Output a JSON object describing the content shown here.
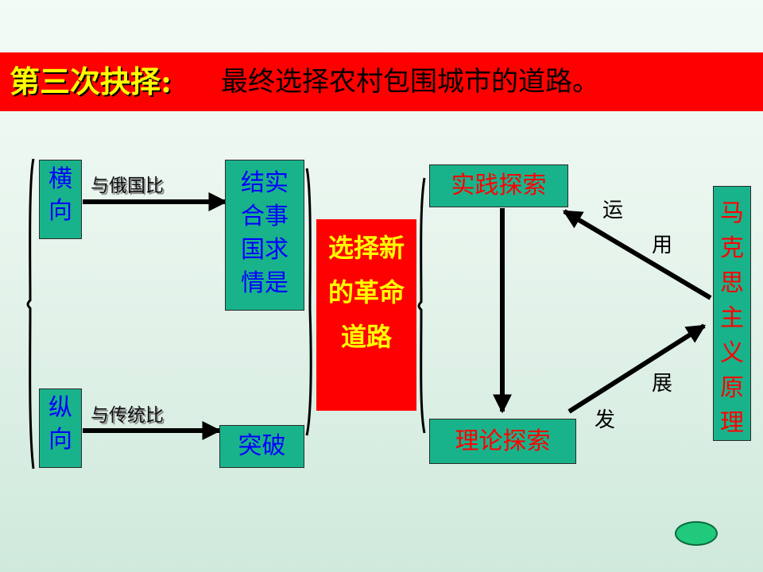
{
  "banner": {
    "label": "第三次抉择:",
    "text": "最终选择农村包围城市的道路。"
  },
  "left": {
    "horizontal": "横向",
    "vertical": "纵向",
    "compare_russia": "与俄国比",
    "compare_tradition": "与传统比",
    "facts": "结实合事国求情是",
    "breakthrough": "突破"
  },
  "center": {
    "text": "选择新的革命道路"
  },
  "right": {
    "practice": "实践探索",
    "theory": "理论探索",
    "marxism": "马克思主义原理",
    "yun": "运",
    "yong": "用",
    "zhan": "展",
    "fa": "发"
  },
  "colors": {
    "banner_bg": "#ff0000",
    "banner_label": "#ffff00",
    "box_bg": "#19b38b",
    "box_text": "#0000ff",
    "box_text_red": "#ff0000",
    "center_text": "#ffff00"
  }
}
